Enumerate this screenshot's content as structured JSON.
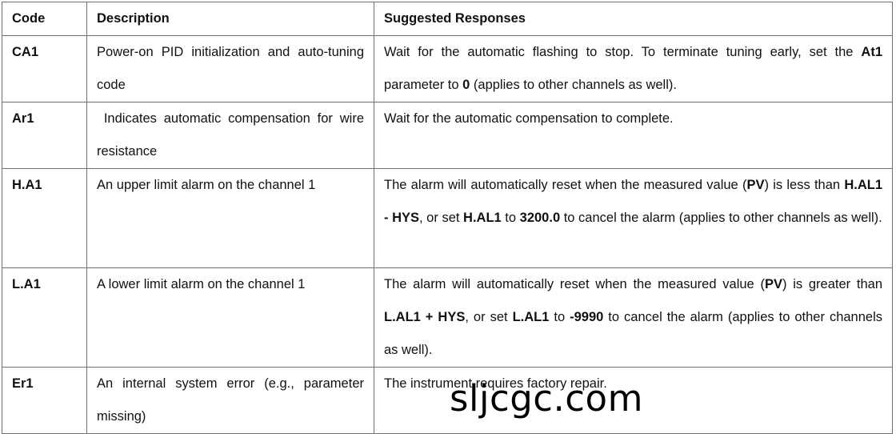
{
  "table": {
    "headers": {
      "code": "Code",
      "description": "Description",
      "responses": "Suggested Responses"
    },
    "rows": [
      {
        "code": "CA1",
        "description": "Power-on PID initialization and auto-tuning code",
        "response": {
          "p1": "Wait for the automatic flashing to stop. To terminate tuning early, set the ",
          "b1": "At1",
          "p2": " parameter to ",
          "b2": "0",
          "p3": " (applies to other channels as well)."
        }
      },
      {
        "code": "Ar1",
        "description": " Indicates automatic compensation for wire resistance",
        "response": {
          "p1": "Wait for the automatic compensation to complete."
        }
      },
      {
        "code": "H.A1",
        "description": "An upper limit alarm on the channel 1",
        "response": {
          "p1": "The alarm will automatically reset when the measured value (",
          "b1": "PV",
          "p2": ") is less than ",
          "b2": "H.AL1 - HYS",
          "p3": ", or set ",
          "b3": "H.AL1",
          "p4": " to ",
          "b4": "3200.0",
          "p5": " to cancel the alarm (applies to other channels as well)."
        }
      },
      {
        "code": "L.A1",
        "description": "A lower limit alarm on the channel 1",
        "response": {
          "p1": "The alarm will automatically reset when the measured value (",
          "b1": "PV",
          "p2": ") is greater than ",
          "b2": "L.AL1 + HYS",
          "p3": ", or set ",
          "b3": "L.AL1",
          "p4": " to ",
          "b4": "-9990",
          "p5": " to cancel the alarm (applies to other channels as well)."
        }
      },
      {
        "code": "Er1",
        "description": "An internal system error (e.g., parameter missing)",
        "response": {
          "p1": "The instrument requires factory repair."
        }
      }
    ]
  },
  "watermark": "sljcgc.com"
}
